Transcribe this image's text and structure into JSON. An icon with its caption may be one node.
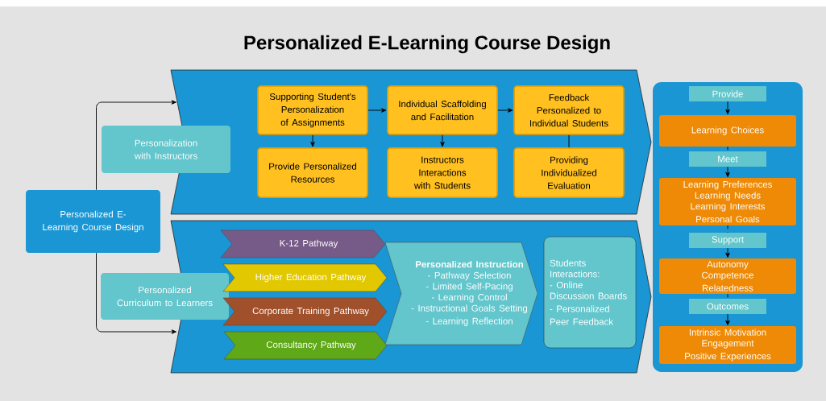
{
  "diagram": {
    "title": "Personalized E-Learning Course Design",
    "nodes": [
      {
        "text": [
          "Personalized E-Learning Course Design"
        ]
      },
      {
        "text": [],
        "shape": "band"
      },
      {
        "text": [
          "Personalization with Instructors"
        ]
      },
      {
        "text": [
          "Supporting Student's Personalization of Assignments"
        ],
        "in": 1
      },
      {
        "text": [
          "Individual Scaffolding and Facilitation"
        ],
        "in": 1
      },
      {
        "text": [
          "Feedback Personalized to Individual Students"
        ],
        "in": 1
      },
      {
        "text": [
          "Provide Personalized Resources"
        ],
        "in": 1
      },
      {
        "text": [
          "Instructors Interactions with Students"
        ],
        "in": 1
      },
      {
        "text": [
          "Providing Individualized Evaluation"
        ],
        "in": 1
      },
      {
        "text": [],
        "shape": "band"
      },
      {
        "text": [
          "Personalized Curriculum to Learners"
        ]
      },
      {
        "text": [
          "K-12 Pathway"
        ],
        "in": 9
      },
      {
        "text": [
          "Higher Education Pathway"
        ],
        "in": 9
      },
      {
        "text": [
          "Corporate Training Pathway"
        ],
        "in": 9
      },
      {
        "text": [
          "Consultancy Pathway"
        ],
        "in": 9
      },
      {
        "text": [
          "Personalized Instruction",
          "- Pathway Selection",
          "- Limited Self-Pacing",
          "- Learning Control",
          "- Instructional Goals Setting",
          "- Learning Reflection"
        ],
        "in": 9
      },
      {
        "text": [
          "Students Interactions:",
          "- Online Discussion Boards",
          "- Personalized Peer Feedback"
        ],
        "in": 9
      },
      {
        "text": [],
        "shape": "box"
      },
      {
        "text": [
          "Provide"
        ],
        "in": 17
      },
      {
        "text": [
          "Learning Choices"
        ],
        "in": 17
      },
      {
        "text": [
          "Meet"
        ],
        "in": 17
      },
      {
        "text": [
          "Learning Preferences",
          "Learning Needs",
          "Learning Interests",
          "Personal Goals"
        ],
        "in": 17
      },
      {
        "text": [
          "Support"
        ],
        "in": 17
      },
      {
        "text": [
          "Autonomy",
          "Competence",
          "Relatedness"
        ],
        "in": 17
      },
      {
        "text": [
          "Outcomes"
        ],
        "in": 17
      },
      {
        "text": [
          "Intrinsic Motivation",
          "Engagement",
          "Positive Experiences"
        ],
        "in": 17
      }
    ],
    "edges": [
      {
        "from": 0,
        "to": 1,
        "arrow": "to"
      },
      {
        "from": 0,
        "to": 9,
        "arrow": "to"
      },
      {
        "from": 3,
        "to": 4,
        "arrow": "to"
      },
      {
        "from": 4,
        "to": 5,
        "arrow": "to"
      },
      {
        "from": 3,
        "to": 6,
        "arrow": "to"
      },
      {
        "from": 4,
        "to": 7,
        "arrow": "to"
      },
      {
        "from": 5,
        "to": 8,
        "arrow": "none"
      },
      {
        "from": 18,
        "to": 19,
        "arrow": "to"
      },
      {
        "from": 19,
        "to": 20,
        "arrow": "none",
        "style": "dashed"
      },
      {
        "from": 20,
        "to": 21,
        "arrow": "to"
      },
      {
        "from": 21,
        "to": 22,
        "arrow": "none",
        "style": "dashed"
      },
      {
        "from": 22,
        "to": 23,
        "arrow": "to"
      },
      {
        "from": 23,
        "to": 24,
        "arrow": "none",
        "style": "dashed"
      },
      {
        "from": 24,
        "to": 25,
        "arrow": "to"
      }
    ]
  }
}
